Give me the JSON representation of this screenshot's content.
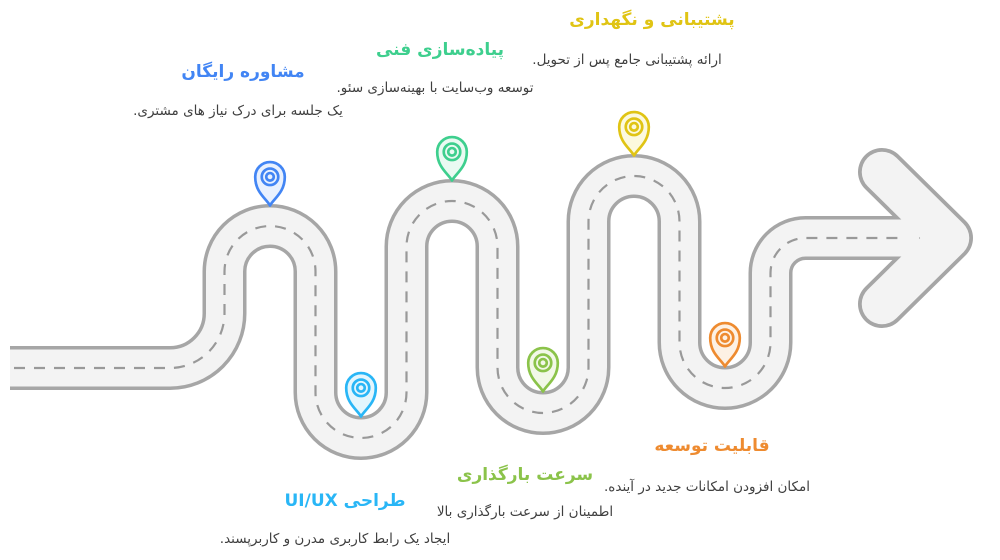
{
  "page": {
    "background": "#ffffff",
    "text_color": "#3f3f3f",
    "direction": "rtl"
  },
  "road": {
    "icon": "winding-road-with-arrow",
    "surface_color": "#f3f3f3",
    "border_color": "#a6a6a6",
    "dash_color": "#999999",
    "arrow_icon": "arrow-right"
  },
  "milestones": [
    {
      "id": "consultation",
      "title": "مشاوره رایگان",
      "subtitle": "یک جلسه برای درک نیاز های مشتری.",
      "color": "#4285f4",
      "icon": "map-pin",
      "pin": {
        "stroke": "#4285f4",
        "fill": "#e9f1fe"
      }
    },
    {
      "id": "implementation",
      "title": "پیاده‌سازی فنی",
      "subtitle": "توسعه وب‌سایت با بهینه‌سازی سئو.",
      "color": "#3ecf8e",
      "icon": "map-pin",
      "pin": {
        "stroke": "#3ecf8e",
        "fill": "#eafaf2"
      }
    },
    {
      "id": "support",
      "title": "پشتیبانی و نگهداری",
      "subtitle": "ارائه پشتیبانی جامع پس از تحویل.",
      "color": "#e0c414",
      "icon": "map-pin",
      "pin": {
        "stroke": "#e0c414",
        "fill": "#fcf9dd"
      }
    },
    {
      "id": "uiux",
      "title": "طراحی UI/UX",
      "subtitle": "ایجاد یک رابط کاربری مدرن و کاربرپسند.",
      "color": "#29b6f6",
      "icon": "map-pin",
      "pin": {
        "stroke": "#29b6f6",
        "fill": "#e4f6fd"
      }
    },
    {
      "id": "speed",
      "title": "سرعت بارگذاری",
      "subtitle": "اطمینان از سرعت بارگذاری بالا",
      "color": "#8bc34a",
      "icon": "map-pin",
      "pin": {
        "stroke": "#8bc34a",
        "fill": "#f2f8e7"
      }
    },
    {
      "id": "scalability",
      "title": "قابلیت توسعه",
      "subtitle": "امکان افزودن امکانات جدید در آینده.",
      "color": "#ee8b30",
      "icon": "map-pin",
      "pin": {
        "stroke": "#ee8b30",
        "fill": "#fdf1e4"
      }
    }
  ]
}
